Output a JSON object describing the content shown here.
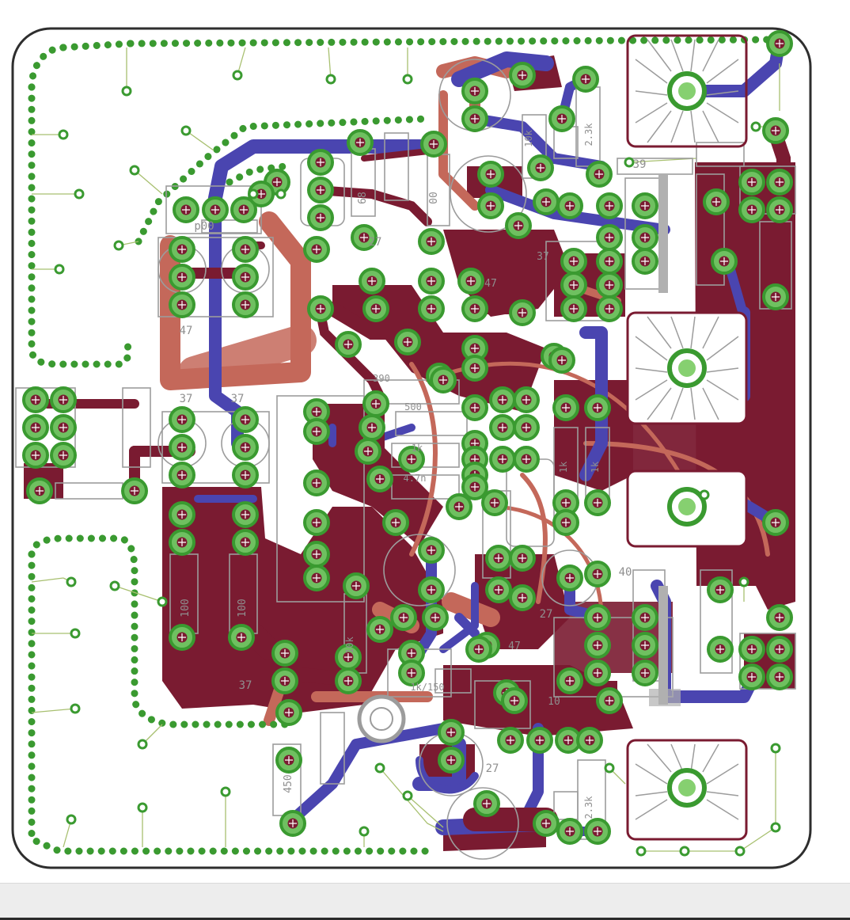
{
  "board": {
    "component_labels": [
      {
        "text": "p00",
        "rot": 0
      },
      {
        "text": "68",
        "rot": -90
      },
      {
        "text": "00",
        "rot": -90
      },
      {
        "text": "10k",
        "rot": -90
      },
      {
        "text": "2.3k",
        "rot": -90
      },
      {
        "text": "39",
        "rot": 0
      },
      {
        "text": "27",
        "rot": 0
      },
      {
        "text": "47",
        "rot": 0
      },
      {
        "text": "37",
        "rot": 0
      },
      {
        "text": "47",
        "rot": 0
      },
      {
        "text": "390",
        "rot": 0
      },
      {
        "text": "500",
        "rot": 0
      },
      {
        "text": "1k",
        "rot": 0
      },
      {
        "text": "4.7n",
        "rot": 0
      },
      {
        "text": "1k",
        "rot": -90
      },
      {
        "text": "1k",
        "rot": -90
      },
      {
        "text": "37",
        "rot": 0
      },
      {
        "text": "37",
        "rot": 0
      },
      {
        "text": "100",
        "rot": -90
      },
      {
        "text": "100",
        "rot": -90
      },
      {
        "text": "10k",
        "rot": -90
      },
      {
        "text": "40",
        "rot": 0
      },
      {
        "text": "47",
        "rot": 0
      },
      {
        "text": "27",
        "rot": 0
      },
      {
        "text": "1k/150",
        "rot": 0
      },
      {
        "text": "10",
        "rot": 0
      },
      {
        "text": "450",
        "rot": -90
      },
      {
        "text": "27",
        "rot": 0
      },
      {
        "text": "2.3k",
        "rot": -90
      },
      {
        "text": "37",
        "rot": 0
      }
    ],
    "colors": {
      "outline": "#2e2e2e",
      "top_copper": "#7a1b31",
      "top_copper_light": "#c4685a",
      "bottom_copper": "#4a45b0",
      "pad_ring": "#3a9a30",
      "pad_ring_light": "#6fc060",
      "pad_hole": "#86d070",
      "pad_center": "#f4f4f4",
      "silkscreen": "#9c9c9c",
      "ratsnest": "#a8c070",
      "heatsink": "#7a1b31"
    },
    "icons": [
      "heatsink-icon",
      "trimpot-icon",
      "capacitor-icon",
      "resistor-icon"
    ]
  }
}
